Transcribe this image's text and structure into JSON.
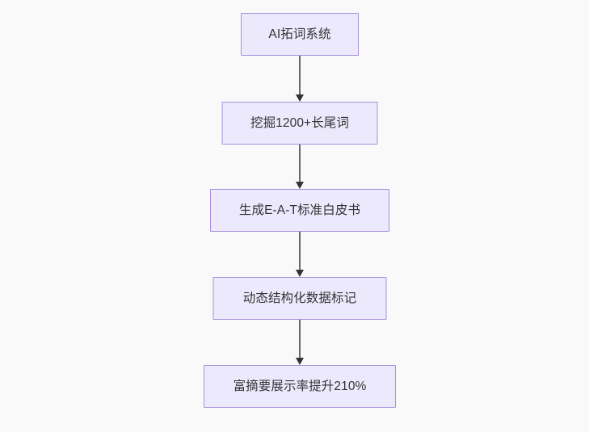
{
  "diagram": {
    "type": "flowchart",
    "direction": "top-to-bottom",
    "background_color": "#f9f9fa",
    "node_fill_color": "#ece9fc",
    "node_border_color": "#a98ede",
    "node_text_color": "#333333",
    "edge_color": "#666666",
    "nodes": [
      {
        "id": "n1",
        "label": "AI拓词系统"
      },
      {
        "id": "n2",
        "label": "挖掘1200+长尾词"
      },
      {
        "id": "n3",
        "label": "生成E-A-T标准白皮书"
      },
      {
        "id": "n4",
        "label": "动态结构化数据标记"
      },
      {
        "id": "n5",
        "label": "富摘要展示率提升210%"
      }
    ],
    "edges": [
      {
        "from": "n1",
        "to": "n2",
        "label": ""
      },
      {
        "from": "n2",
        "to": "n3",
        "label": ""
      },
      {
        "from": "n3",
        "to": "n4",
        "label": ""
      },
      {
        "from": "n4",
        "to": "n5",
        "label": ""
      }
    ]
  }
}
